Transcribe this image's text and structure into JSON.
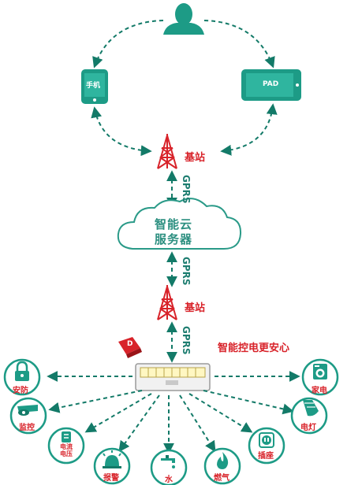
{
  "devices": {
    "phone_label": "手机",
    "pad_label": "PAD"
  },
  "towers": {
    "top_label": "基站",
    "bottom_label": "基站"
  },
  "links": {
    "gprs_1": "GPRS",
    "gprs_2": "GPRS",
    "gprs_3": "GPRS"
  },
  "cloud": {
    "line1": "智能云",
    "line2": "服务器"
  },
  "slogan": "智能控电更安心",
  "controller": {
    "badge": "D"
  },
  "nodes": {
    "security": "安防",
    "monitor": "监控",
    "current_line1": "电流",
    "current_line2": "电压",
    "alarm": "报警",
    "water": "水",
    "gas": "燃气",
    "socket": "插座",
    "light": "电灯",
    "appliance": "家电"
  },
  "colors": {
    "teal": "#1d9b86",
    "teal_dark": "#137a68",
    "red": "#d8232a",
    "cloud_stroke": "#2a9a88"
  }
}
